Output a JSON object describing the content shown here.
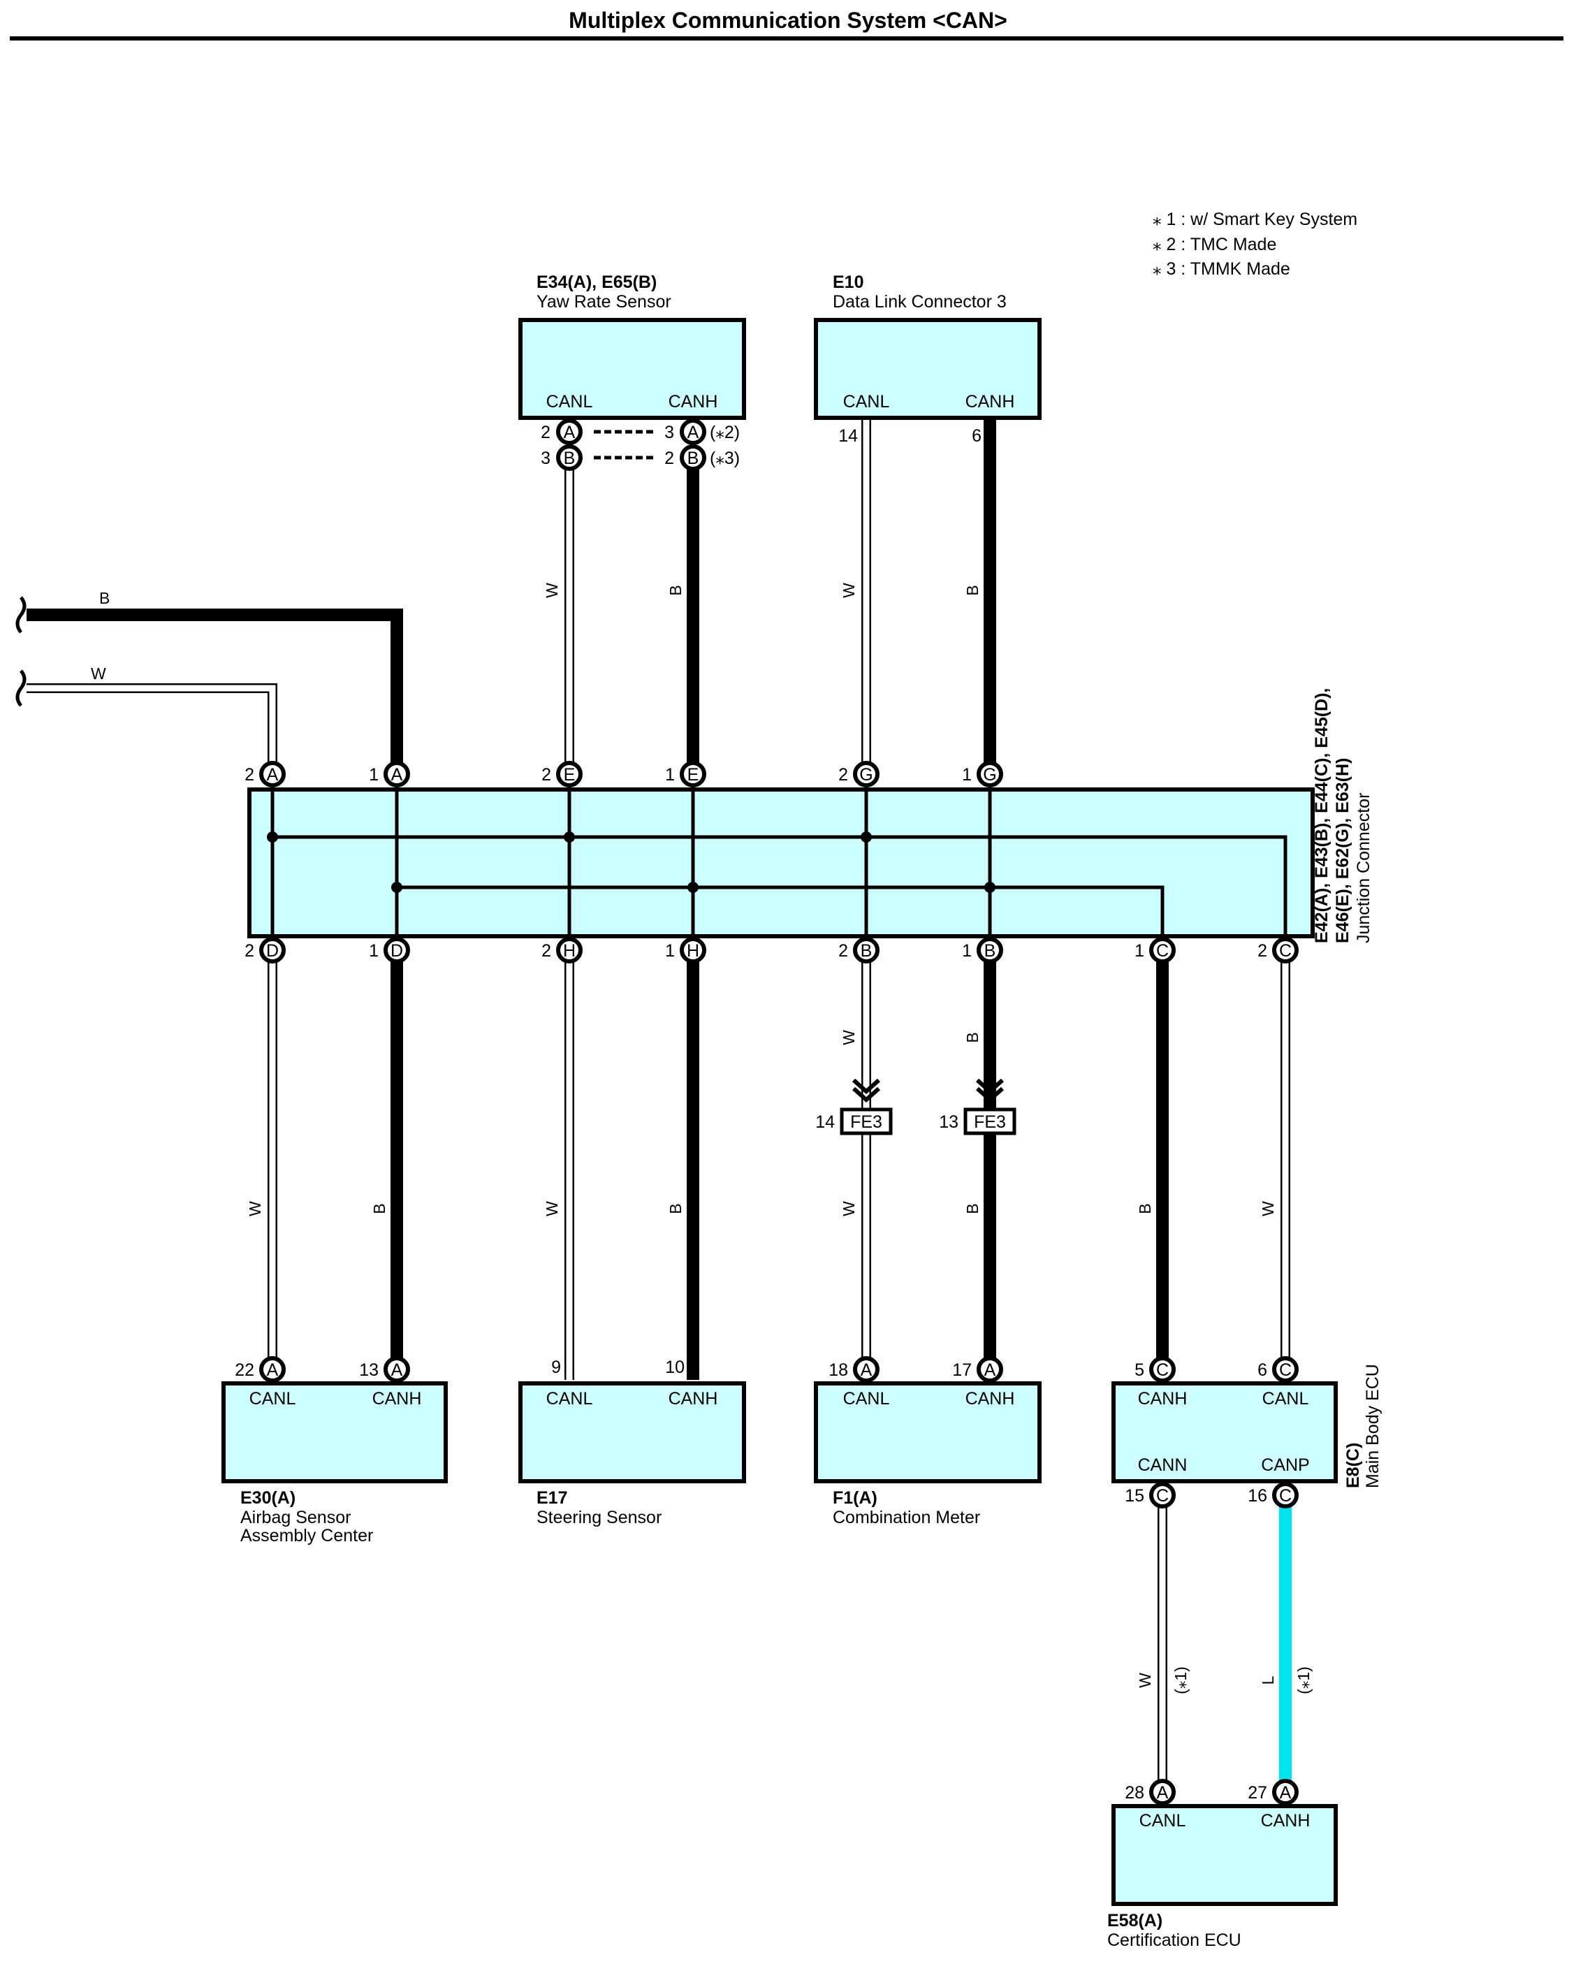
{
  "title": "Multiplex Communication System <CAN>",
  "notes": [
    "⁎ 1 : w/ Smart Key System",
    "⁎ 2 : TMC Made",
    "⁎ 3 : TMMK Made"
  ],
  "components": {
    "yaw": {
      "code": "E34(A), E65(B)",
      "name": "Yaw Rate Sensor",
      "t1": "CANL",
      "t2": "CANH"
    },
    "dlc": {
      "code": "E10",
      "name": "Data Link Connector 3",
      "t1": "CANL",
      "t2": "CANH"
    },
    "jc": {
      "code1": "E42(A), E43(B), E44(C), E45(D),",
      "code2": "E46(E), E62(G), E63(H)",
      "name": "Junction Connector"
    },
    "airbag": {
      "code": "E30(A)",
      "name1": "Airbag Sensor",
      "name2": "Assembly Center",
      "t1": "CANL",
      "t2": "CANH"
    },
    "steer": {
      "code": "E17",
      "name": "Steering Sensor",
      "t1": "CANL",
      "t2": "CANH"
    },
    "meter": {
      "code": "F1(A)",
      "name": "Combination Meter",
      "t1": "CANL",
      "t2": "CANH"
    },
    "mbecu": {
      "code": "E8(C)",
      "name": "Main Body ECU",
      "t1": "CANH",
      "t2": "CANL",
      "t3": "CANN",
      "t4": "CANP"
    },
    "cert": {
      "code": "E58(A)",
      "name": "Certification ECU",
      "t1": "CANL",
      "t2": "CANH"
    }
  },
  "pins": {
    "yaw_a2": "2",
    "yaw_a3": "3",
    "yaw_b3": "3",
    "yaw_b2": "2",
    "yaw_a_letter": "A",
    "yaw_b_letter": "B",
    "yaw_a_note": "(⁎2)",
    "yaw_b_note": "(⁎3)",
    "dlc_14": "14",
    "dlc_6": "6",
    "jc_top": [
      {
        "num": "2",
        "letter": "A"
      },
      {
        "num": "1",
        "letter": "A"
      },
      {
        "num": "2",
        "letter": "E"
      },
      {
        "num": "1",
        "letter": "E"
      },
      {
        "num": "2",
        "letter": "G"
      },
      {
        "num": "1",
        "letter": "G"
      }
    ],
    "jc_bot": [
      {
        "num": "2",
        "letter": "D"
      },
      {
        "num": "1",
        "letter": "D"
      },
      {
        "num": "2",
        "letter": "H"
      },
      {
        "num": "1",
        "letter": "H"
      },
      {
        "num": "2",
        "letter": "B"
      },
      {
        "num": "1",
        "letter": "B"
      },
      {
        "num": "1",
        "letter": "C"
      },
      {
        "num": "2",
        "letter": "C"
      }
    ],
    "fe3_14": "14",
    "fe3_13": "13",
    "fe3_label": "FE3",
    "airbag_22": "22",
    "airbag_13": "13",
    "airbag_letter": "A",
    "steer_9": "9",
    "steer_10": "10",
    "meter_18": "18",
    "meter_17": "17",
    "meter_letter": "A",
    "mb_5": "5",
    "mb_6": "6",
    "mb_15": "15",
    "mb_16": "16",
    "mb_letter": "C",
    "cert_28": "28",
    "cert_27": "27",
    "cert_letter": "A"
  },
  "wire_colors": {
    "black": "B",
    "white": "W",
    "blue": "L"
  },
  "wire_notes": {
    "smart_key": "(⁎1)"
  },
  "colors": {
    "box_fill": "#ccffff",
    "wire_black": "#000000",
    "wire_blue": "#00e5f0"
  }
}
